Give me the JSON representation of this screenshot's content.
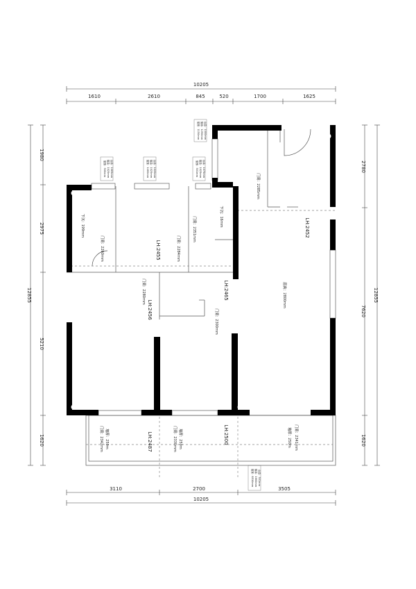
{
  "dimensions": {
    "top_total": "10205",
    "top_segments": [
      "1610",
      "2610",
      "845",
      "520",
      "1700",
      "1625"
    ],
    "bottom_segments": [
      "3110",
      "2700",
      "3505"
    ],
    "bottom_total": "10205",
    "left_total": "12855",
    "left_segments": [
      "1980",
      "2975",
      "5210",
      "1620"
    ],
    "right_total": "12855",
    "right_segments": [
      "2780",
      "7620",
      "1620"
    ]
  },
  "lh_labels": [
    "LH:2452",
    "LH:2455",
    "LH:2465",
    "LH:2456",
    "LH:2487",
    "LH:2500"
  ],
  "room_notes": {
    "living": "层高：2800mm",
    "soffit_1": "下沉：199mm",
    "soffit_2": "下沉：16mm",
    "door_1": "门洞：2280mm",
    "door_2": "门洞：2260mm",
    "door_3": "门洞：2351mm",
    "door_4": "门洞：2285mm",
    "door_5": "门洞：2300mm",
    "door_6": "门洞：2284mm",
    "bottom_1": "门洞：2342mm",
    "bottom_1b": "墙厚：250m",
    "bottom_2": "门洞：2330mm",
    "bottom_2b": "墙厚：250m",
    "bottom_3": "门洞：2341mm",
    "bottom_3b": "墙厚：250m"
  },
  "window_notes": [
    [
      "窗宽：1150mm",
      "窗高：1250mm",
      "台高：1000mm"
    ],
    [
      "窗宽：500mm",
      "窗高：1025mm",
      "台高：1065mm"
    ],
    [
      "窗宽：1460mm",
      "窗高：1025mm",
      "台高：1020mm"
    ],
    [
      "窗宽：501mm",
      "窗高：1025mm",
      "台高：1075mm"
    ],
    [
      "窗宽：8530mm",
      "窗高：1660mm",
      "台高：501mm"
    ]
  ]
}
